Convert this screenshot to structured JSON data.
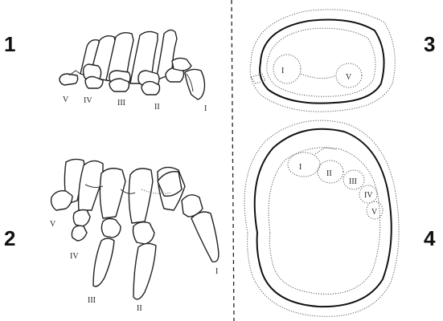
{
  "panels": {
    "p1": {
      "number": "1",
      "digits": [
        "V",
        "IV",
        "III",
        "II",
        "I"
      ]
    },
    "p2": {
      "number": "2",
      "digits": [
        "V",
        "IV",
        "III",
        "II",
        "I"
      ]
    },
    "p3": {
      "number": "3",
      "digits": [
        "I",
        "V"
      ]
    },
    "p4": {
      "number": "4",
      "digits": [
        "I",
        "II",
        "III",
        "IV",
        "V"
      ]
    }
  }
}
